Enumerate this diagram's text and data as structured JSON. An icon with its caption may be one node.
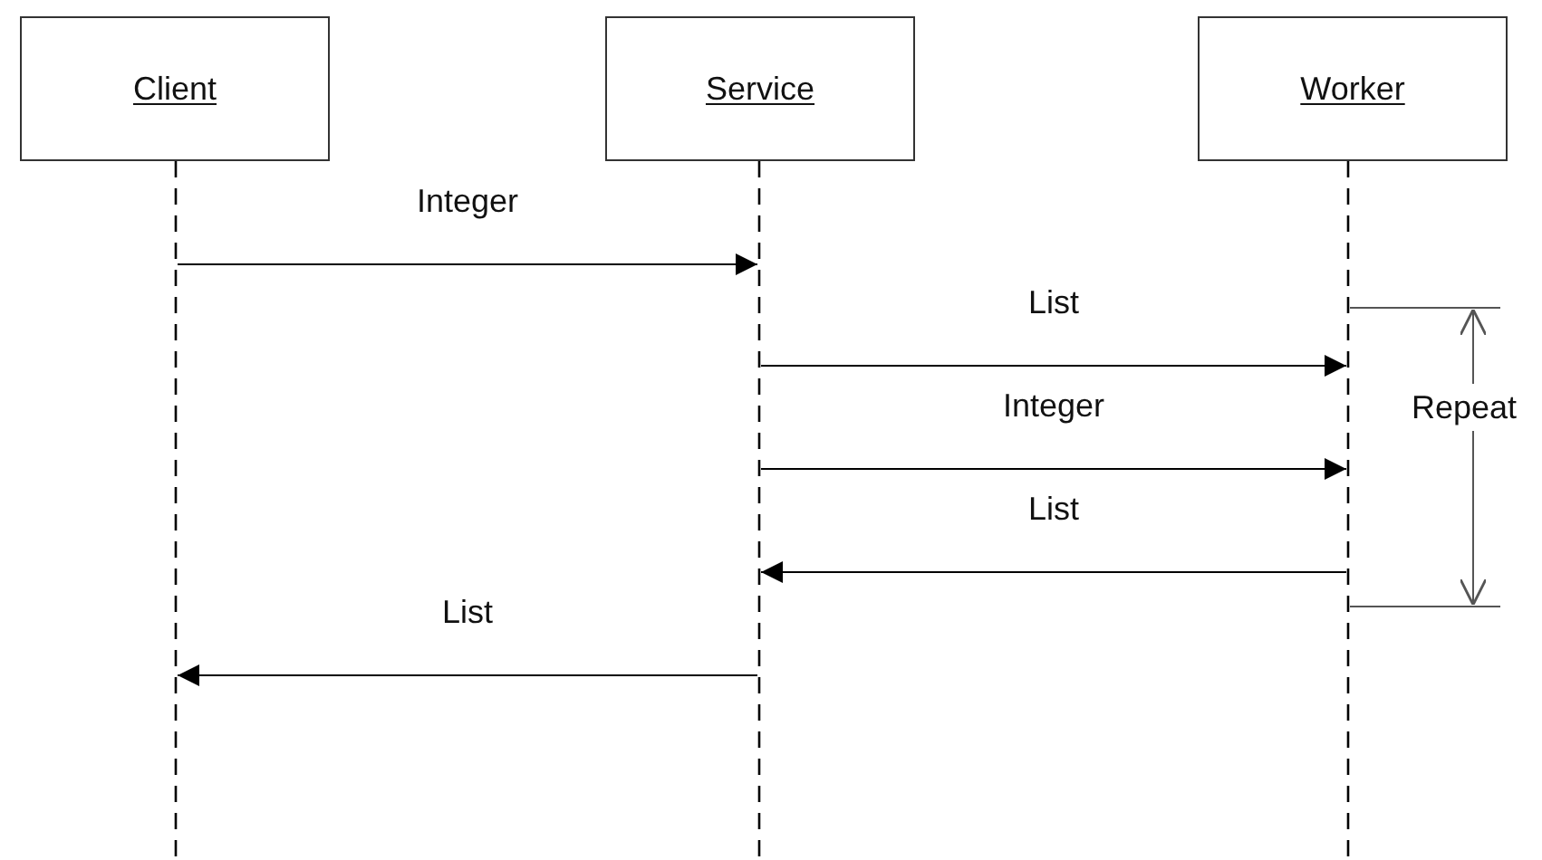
{
  "diagram": {
    "nodes": [
      {
        "text": [
          "Client"
        ]
      },
      {
        "text": [
          "Service"
        ]
      },
      {
        "text": [
          "Worker"
        ]
      },
      {
        "text": [],
        "shape": "line"
      },
      {
        "text": [],
        "shape": "line"
      },
      {
        "text": [],
        "shape": "line"
      }
    ],
    "edges": [
      {
        "from": 3,
        "to": 4,
        "arrow": "to",
        "label": "Integer"
      },
      {
        "from": 4,
        "to": 5,
        "arrow": "to",
        "label": "List"
      },
      {
        "from": 4,
        "to": 5,
        "arrow": "to",
        "label": "Integer"
      },
      {
        "from": 5,
        "to": 4,
        "arrow": "to",
        "label": "List"
      },
      {
        "from": 4,
        "to": 3,
        "arrow": "to",
        "label": "List"
      }
    ],
    "labels": [
      "Repeat"
    ]
  }
}
